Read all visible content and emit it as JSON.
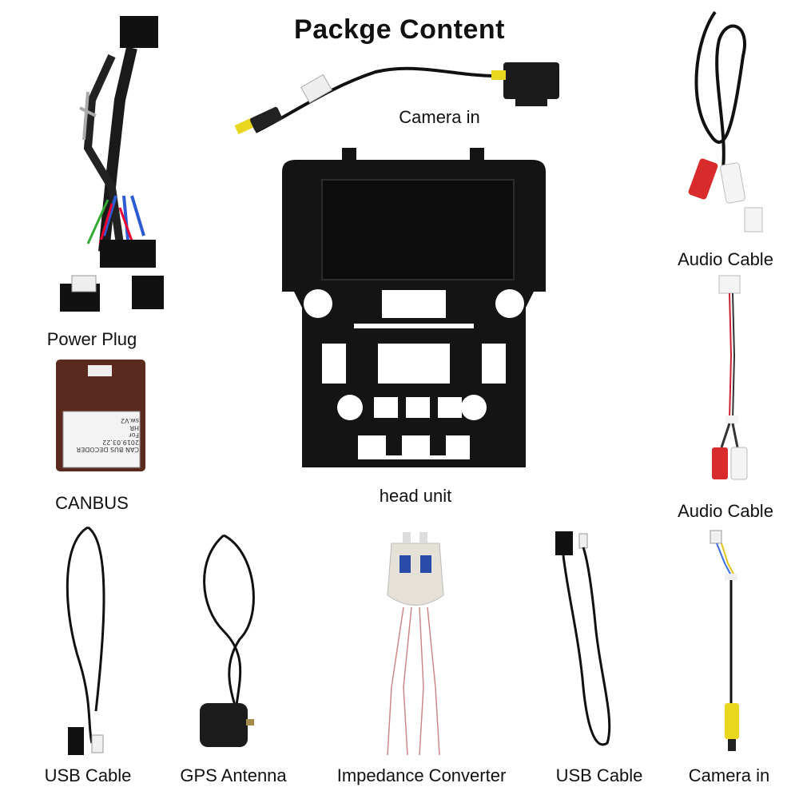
{
  "title": "Packge Content",
  "items": [
    {
      "id": "camera_in_top",
      "label": "Camera in"
    },
    {
      "id": "audio_cable_1",
      "label": "Audio Cable"
    },
    {
      "id": "power_plug",
      "label": "Power Plug"
    },
    {
      "id": "canbus",
      "label": "CANBUS",
      "box_lines": [
        "CAN BUS DECODER",
        "2019.03.22",
        "For",
        "HR",
        "sw.V2"
      ]
    },
    {
      "id": "head_unit",
      "label": "head unit"
    },
    {
      "id": "audio_cable_2",
      "label": "Audio Cable"
    },
    {
      "id": "usb_cable_1",
      "label": "USB Cable"
    },
    {
      "id": "gps_antenna",
      "label": "GPS Antenna"
    },
    {
      "id": "impedance_converter",
      "label": "Impedance Converter"
    },
    {
      "id": "usb_cable_2",
      "label": "USB Cable"
    },
    {
      "id": "camera_in_bottom",
      "label": "Camera in"
    }
  ]
}
